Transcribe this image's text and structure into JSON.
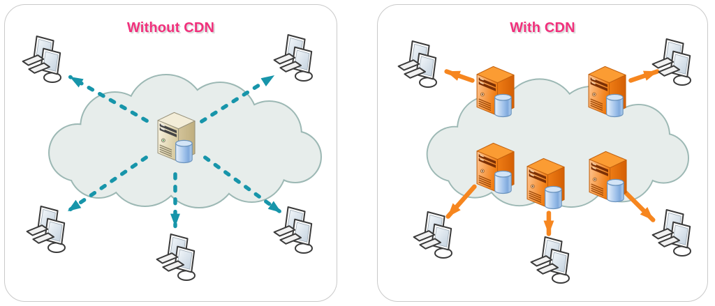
{
  "diagram": {
    "type": "cdn-comparison-network-diagram",
    "description": "Two side-by-side panels comparing content delivery without a CDN (single origin server in an internet cloud serving all clients) and with a CDN (five edge servers in the cloud each serving a nearby client)."
  },
  "colors": {
    "title_pink": "#f1307c",
    "teal_arrow": "#1795aa",
    "orange_arrow": "#f6861f",
    "cloud_fill": "#e7edeb",
    "cloud_stroke": "#9cb8b4",
    "panel_border": "#c9c9c9",
    "origin_server_beige": "#e8dfc0",
    "edge_server_orange": "#f58220",
    "database_blue": "#a8c8ec"
  },
  "panels": [
    {
      "title": "Without CDN",
      "cloud": "internet-cloud",
      "nodes": {
        "origin_server": {
          "type": "origin-server-with-database",
          "position": "center"
        },
        "clients": [
          {
            "type": "client-workstation",
            "position": "top-left"
          },
          {
            "type": "client-workstation",
            "position": "top-right"
          },
          {
            "type": "client-workstation",
            "position": "bottom-left"
          },
          {
            "type": "client-workstation",
            "position": "bottom-center"
          },
          {
            "type": "client-workstation",
            "position": "bottom-right"
          }
        ]
      },
      "arrows": {
        "style": "dashed",
        "color": "#1795aa",
        "from": "origin-server",
        "to": "each-client",
        "count": 5
      }
    },
    {
      "title": "With CDN",
      "cloud": "internet-cloud",
      "nodes": {
        "edge_servers": [
          {
            "type": "cdn-edge-server-with-database",
            "position": "top-left"
          },
          {
            "type": "cdn-edge-server-with-database",
            "position": "top-right"
          },
          {
            "type": "cdn-edge-server-with-database",
            "position": "bottom-left"
          },
          {
            "type": "cdn-edge-server-with-database",
            "position": "bottom-center"
          },
          {
            "type": "cdn-edge-server-with-database",
            "position": "bottom-right"
          }
        ],
        "clients": [
          {
            "type": "client-workstation",
            "position": "top-left"
          },
          {
            "type": "client-workstation",
            "position": "top-right"
          },
          {
            "type": "client-workstation",
            "position": "bottom-left"
          },
          {
            "type": "client-workstation",
            "position": "bottom-center"
          },
          {
            "type": "client-workstation",
            "position": "bottom-right"
          }
        ]
      },
      "arrows": {
        "style": "solid",
        "color": "#f6861f",
        "from": "each-edge-server",
        "to": "nearest-client",
        "count": 5
      }
    }
  ]
}
